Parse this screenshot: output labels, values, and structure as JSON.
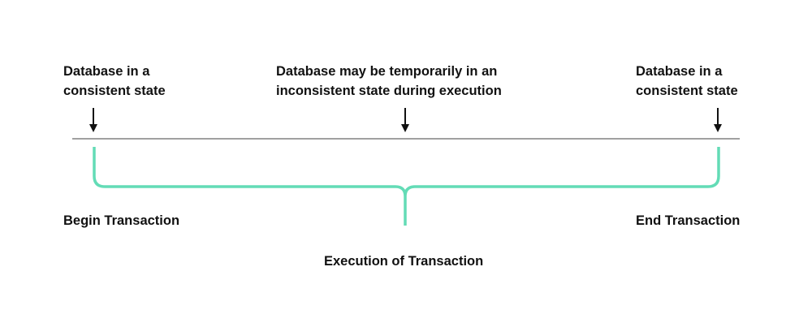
{
  "labels": {
    "left_state": [
      "Database in a",
      "consistent state"
    ],
    "middle_state": [
      "Database may be temporarily in an",
      "inconsistent state during execution"
    ],
    "right_state": [
      "Database in a",
      "consistent state"
    ],
    "begin": "Begin Transaction",
    "end": "End Transaction",
    "execution": "Execution of Transaction"
  },
  "colors": {
    "timeline": "#a0a0a0",
    "bracket": "#63dcb6",
    "arrow": "#111111",
    "text": "#111111"
  }
}
